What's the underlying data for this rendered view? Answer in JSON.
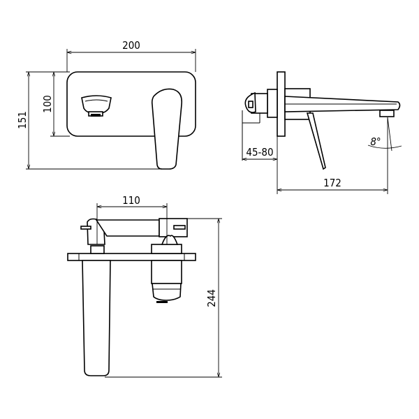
{
  "drawing": {
    "front_view": {
      "width_dim": "200",
      "plate_height_dim": "100",
      "total_height_dim": "151"
    },
    "side_view": {
      "wall_depth_dim": "45-80",
      "spout_reach_dim": "172",
      "angle_dim": "8°"
    },
    "top_view": {
      "center_distance_dim": "110",
      "total_length_dim": "244"
    },
    "line_color": "#000000",
    "background_color": "#ffffff"
  }
}
